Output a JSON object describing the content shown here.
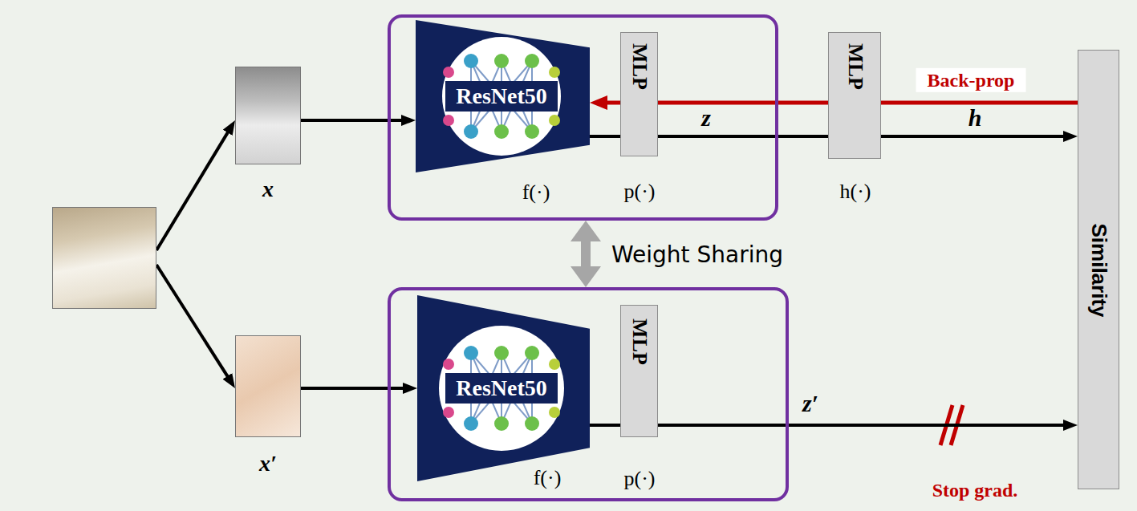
{
  "diagram": {
    "nodes": [
      {
        "text": []
      },
      {
        "text": [
          "x"
        ]
      },
      {
        "text": [
          "x′"
        ]
      },
      {
        "text": []
      },
      {
        "text": [
          "ResNet50",
          "f(·)"
        ],
        "in": 3
      },
      {
        "text": [
          "MLP",
          "p(·)"
        ],
        "in": 3
      },
      {
        "text": [
          "MLP",
          "h(·)"
        ]
      },
      {
        "text": [
          "Similarity"
        ]
      },
      {
        "text": []
      },
      {
        "text": [
          "ResNet50",
          "f(·)"
        ],
        "in": 8
      },
      {
        "text": [
          "MLP",
          "p(·)"
        ],
        "in": 8
      }
    ],
    "edges": [
      {
        "from": 0,
        "to": 1,
        "arrow": "to"
      },
      {
        "from": 0,
        "to": 2,
        "arrow": "to"
      },
      {
        "from": 1,
        "to": 4,
        "arrow": "to"
      },
      {
        "from": 2,
        "to": 9,
        "arrow": "to"
      },
      {
        "from": 4,
        "to": 5,
        "arrow": "none"
      },
      {
        "from": 5,
        "to": 6,
        "arrow": "none",
        "label": "z"
      },
      {
        "from": 6,
        "to": 7,
        "arrow": "to",
        "label": "h"
      },
      {
        "from": 9,
        "to": 10,
        "arrow": "none"
      },
      {
        "from": 10,
        "to": 7,
        "arrow": "to",
        "label": "z′"
      },
      {
        "from": 7,
        "to": 4,
        "arrow": "to",
        "label": "Back-prop"
      },
      {
        "from": 3,
        "to": 8,
        "arrow": "both",
        "label": "Weight Sharing"
      }
    ],
    "labels": [
      "Stop grad."
    ]
  }
}
